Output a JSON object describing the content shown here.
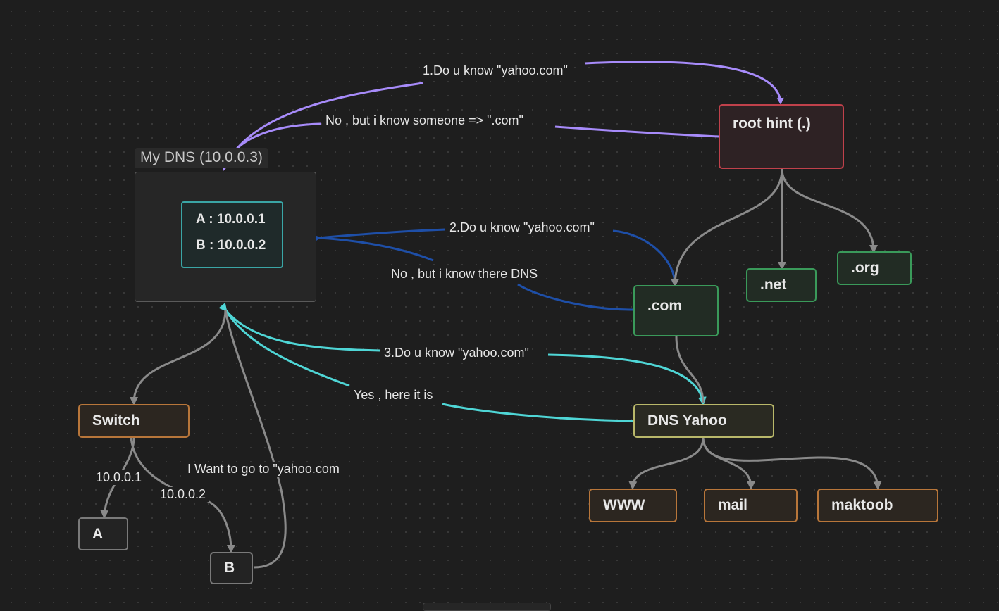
{
  "group": {
    "label": "My DNS (10.0.0.3)",
    "records": [
      "A : 10.0.0.1",
      "B : 10.0.0.2"
    ]
  },
  "nodes": {
    "root": "root hint (.)",
    "com": ".com",
    "net": ".net",
    "org": ".org",
    "dns_yahoo": "DNS Yahoo",
    "www": "WWW",
    "mail": "mail",
    "maktoob": "maktoob",
    "switch": "Switch",
    "a": "A",
    "b": "B"
  },
  "edges": {
    "q1": "1.Do u know \"yahoo.com\"",
    "r1": "No , but i know someone => \".com\"",
    "q2": "2.Do u know \"yahoo.com\"",
    "r2": "No , but i know there DNS",
    "q3": "3.Do u know \"yahoo.com\"",
    "r3": "Yes , here it is",
    "ip_a": "10.0.0.1",
    "ip_b": "10.0.0.2",
    "want": "I Want to go to \"yahoo.com"
  },
  "colors": {
    "purple": "#a78bfa",
    "navy": "#1e4fa8",
    "cyan": "#4fd6d6",
    "gray": "#8a8a8a",
    "red": "#c0414b",
    "green": "#3a9a5a",
    "orange": "#b8763a",
    "olive": "#b9b86a"
  }
}
